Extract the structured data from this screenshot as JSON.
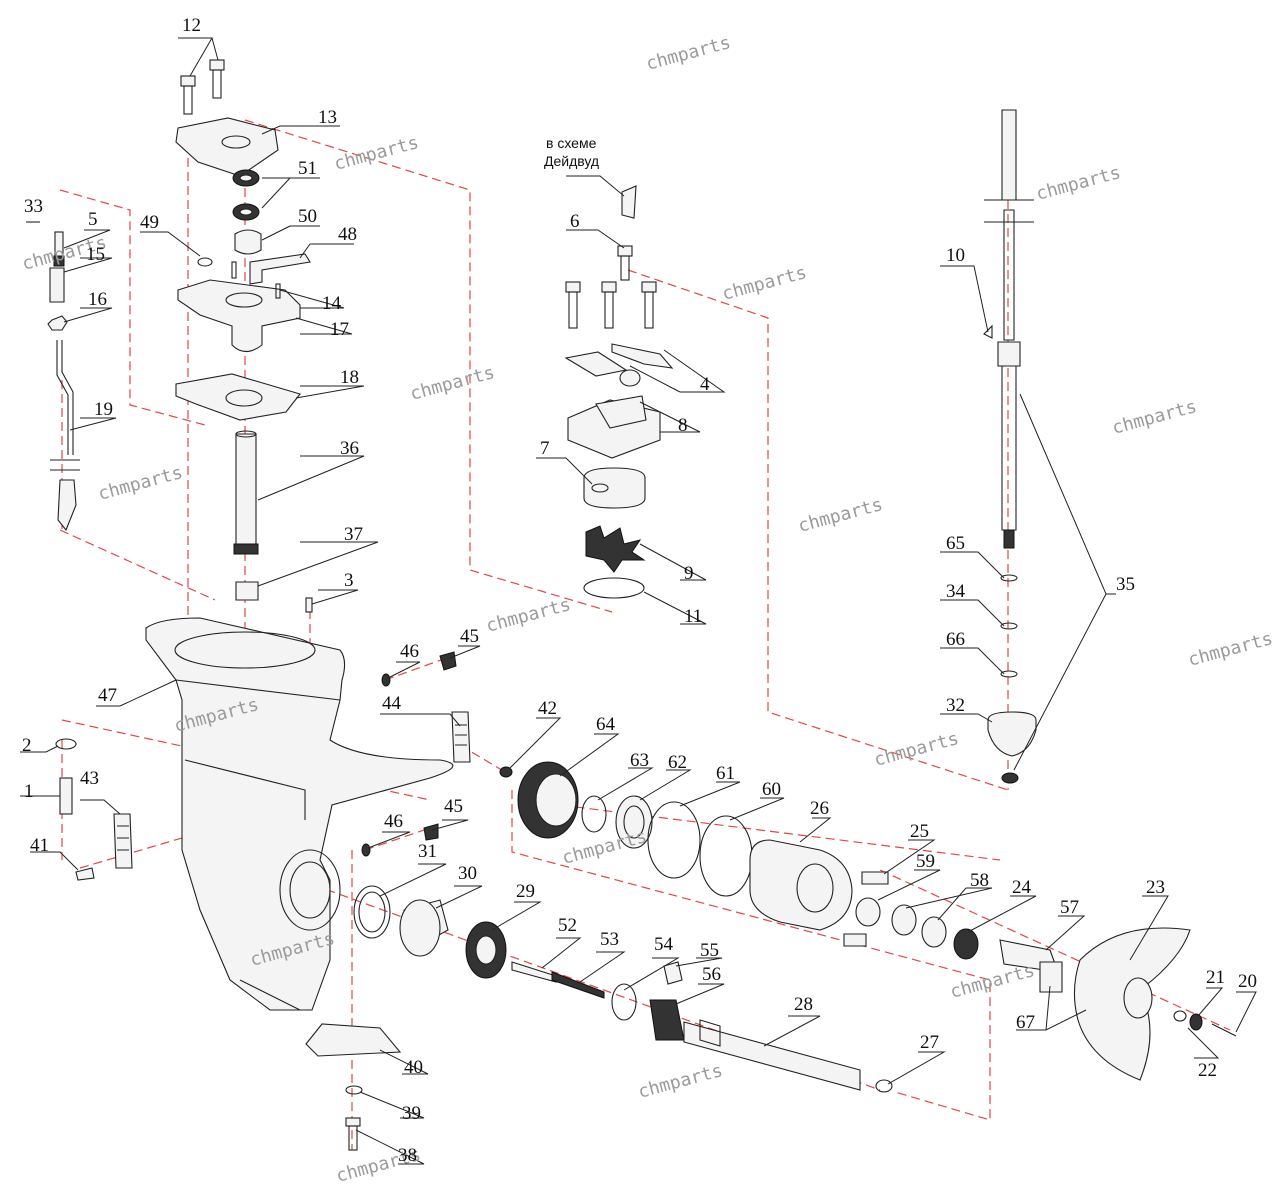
{
  "watermark": "chmparts",
  "note_lines": [
    "в схеме",
    "Дейдвуд"
  ],
  "labels": [
    "12",
    "13",
    "51",
    "50",
    "48",
    "49",
    "33",
    "5",
    "15",
    "16",
    "19",
    "14",
    "17",
    "18",
    "36",
    "37",
    "3",
    "6",
    "4",
    "8",
    "7",
    "9",
    "11",
    "10",
    "65",
    "34",
    "66",
    "32",
    "35",
    "47",
    "46",
    "45",
    "44",
    "42",
    "2",
    "1",
    "43",
    "41",
    "46",
    "45",
    "31",
    "30",
    "29",
    "52",
    "53",
    "54",
    "55",
    "56",
    "28",
    "27",
    "40",
    "39",
    "38",
    "64",
    "63",
    "62",
    "61",
    "60",
    "26",
    "25",
    "59",
    "58",
    "24",
    "57",
    "23",
    "21",
    "20",
    "22",
    "67"
  ]
}
